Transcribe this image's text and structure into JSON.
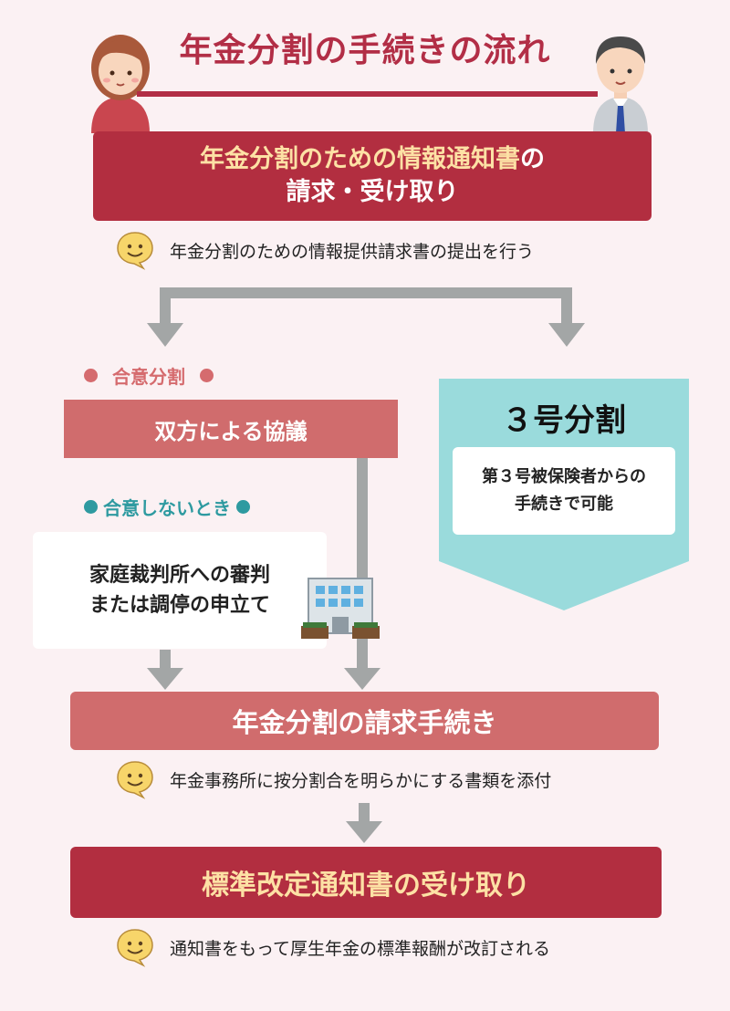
{
  "title": "年金分割の手続きの流れ",
  "step1": {
    "highlight": "年金分割のための情報通知書",
    "suffix": "の",
    "line2": "請求・受け取り"
  },
  "note1": "年金分割のための情報提供請求書の提出を行う",
  "agree_label": "合意分割",
  "agree_box": "双方による協議",
  "disagree_label": "合意しないとき",
  "court": {
    "line1": "家庭裁判所への審判",
    "line2": "または調停の申立て"
  },
  "split3": {
    "title": "３号分割",
    "line1": "第３号被保険者からの",
    "line2": "手続きで可能"
  },
  "step2": "年金分割の請求手続き",
  "note2": "年金事務所に按分割合を明らかにする書類を添付",
  "step3": "標準改定通知書の受け取り",
  "note3": "通知書をもって厚生年金の標準報酬が改訂される",
  "colors": {
    "dark_red": "#b22e40",
    "rose": "#d06c6d",
    "teal": "#9adbdc",
    "gray": "#a3a6a6",
    "highlight": "#fde1a5"
  }
}
